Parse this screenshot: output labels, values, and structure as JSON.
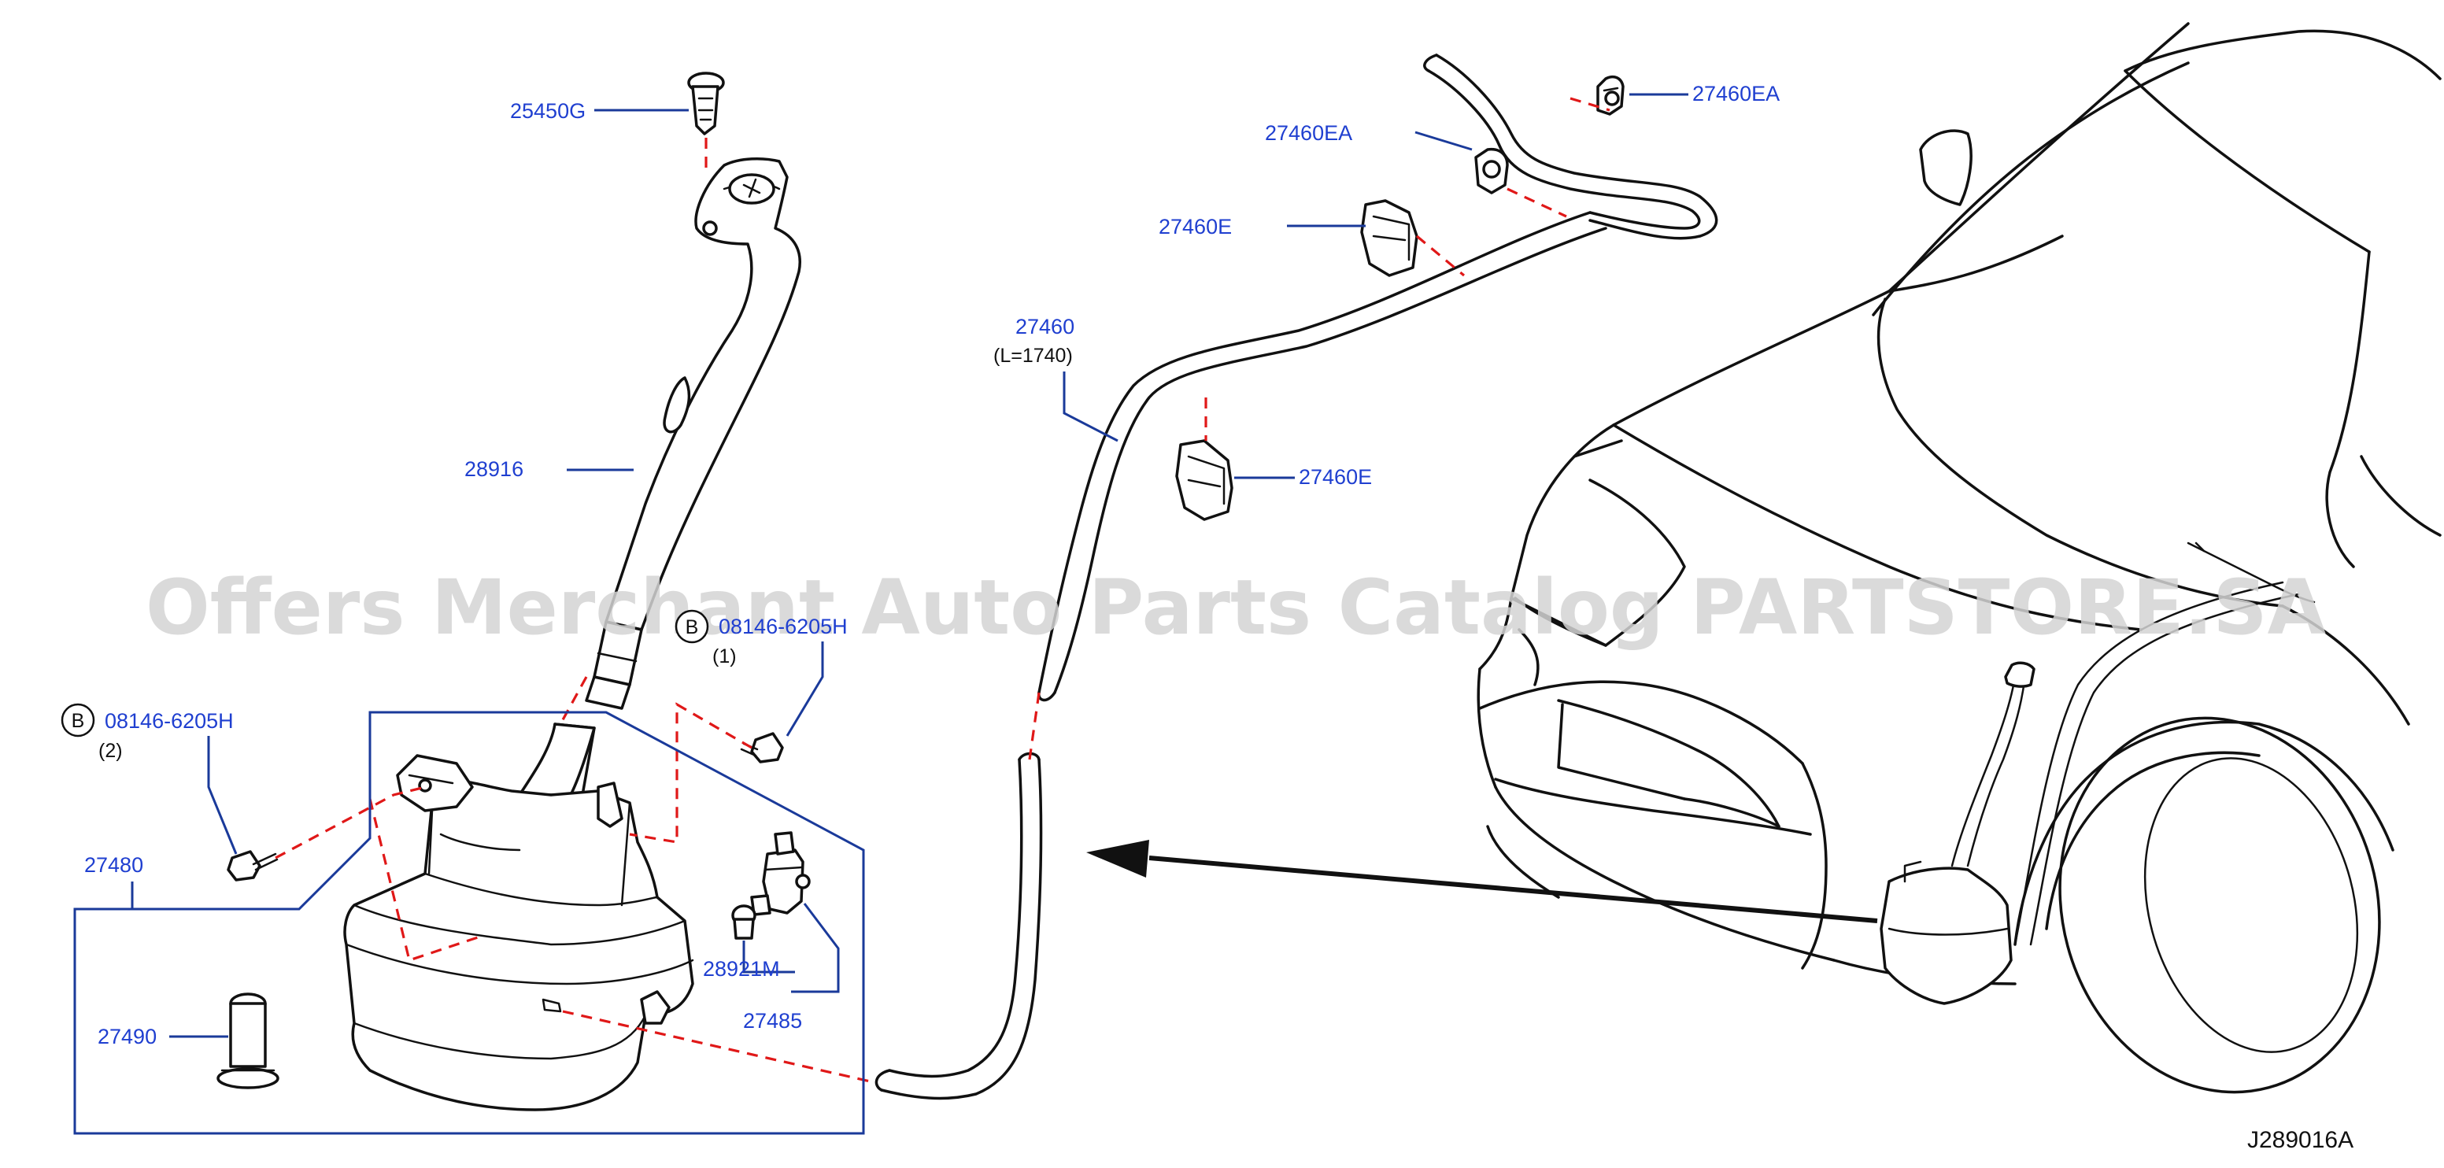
{
  "diagram": {
    "watermark": "Offers Merchant Auto Parts Catalog PARTSTORE.SA",
    "drawing_code": "J289016A",
    "parts": [
      {
        "id": "p25450G",
        "label": "25450G"
      },
      {
        "id": "p28916",
        "label": "28916"
      },
      {
        "id": "p27460EA_a",
        "label": "27460EA"
      },
      {
        "id": "p27460EA_b",
        "label": "27460EA"
      },
      {
        "id": "p27460E_a",
        "label": "27460E"
      },
      {
        "id": "p27460E_b",
        "label": "27460E"
      },
      {
        "id": "p27460",
        "label": "27460",
        "note": "(L=1740)"
      },
      {
        "id": "pBolt_left",
        "label": "08146-6205H",
        "badge": "B",
        "qty": "(2)"
      },
      {
        "id": "pBolt_mid",
        "label": "08146-6205H",
        "badge": "B",
        "qty": "(1)"
      },
      {
        "id": "p27480",
        "label": "27480"
      },
      {
        "id": "p27490",
        "label": "27490"
      },
      {
        "id": "p28921M",
        "label": "28921M"
      },
      {
        "id": "p27485",
        "label": "27485"
      }
    ]
  }
}
